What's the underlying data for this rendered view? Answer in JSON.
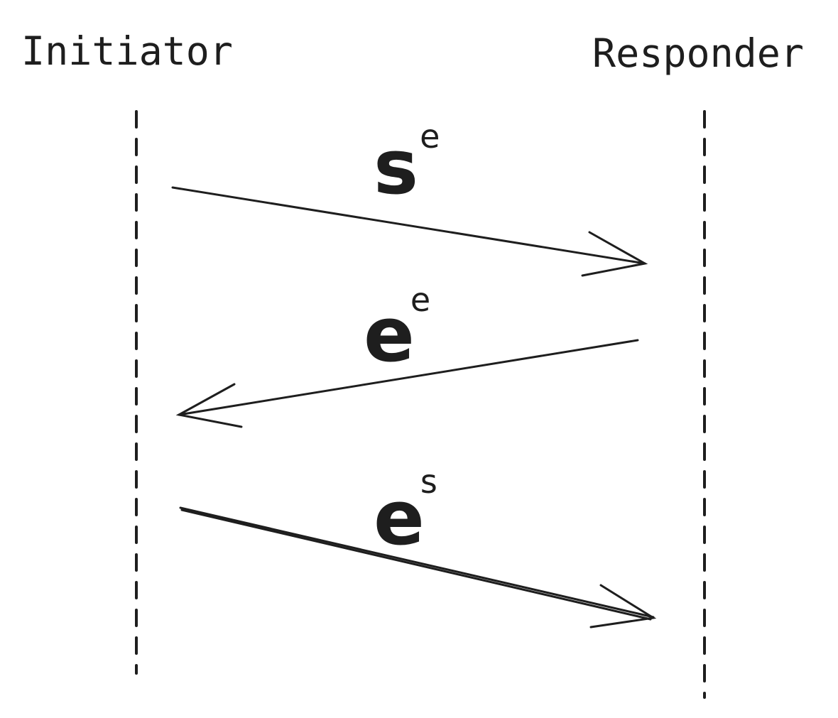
{
  "participants": {
    "initiator": "Initiator",
    "responder": "Responder"
  },
  "messages": [
    {
      "direction": "initiator-to-responder",
      "base": "s",
      "superscript": "e"
    },
    {
      "direction": "responder-to-initiator",
      "base": "e",
      "superscript": "e"
    },
    {
      "direction": "initiator-to-responder",
      "base": "e",
      "superscript": "s"
    }
  ],
  "colors": {
    "ink": "#1e1e1e",
    "background": "#ffffff"
  }
}
